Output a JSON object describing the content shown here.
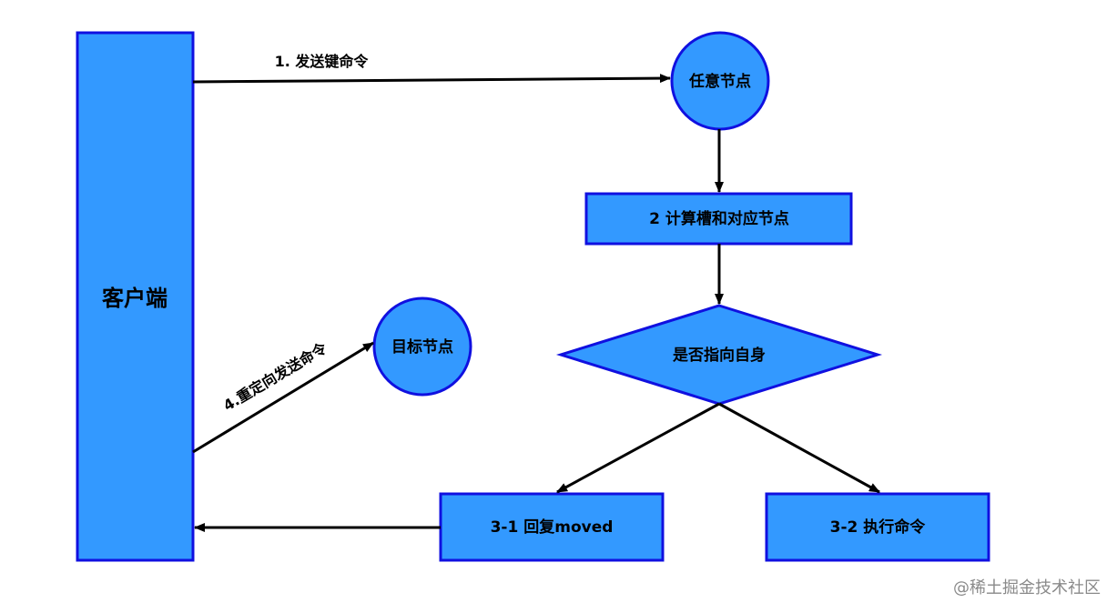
{
  "colors": {
    "node_fill": "#3399ff",
    "node_stroke": "#1010e0",
    "edge": "#000000",
    "watermark": "#8a8a8a"
  },
  "nodes": {
    "client": "客户端",
    "any_node": "任意节点",
    "compute_slot": "2 计算槽和对应节点",
    "decision": "是否指向自身",
    "reply_moved": "3-1 回复moved",
    "execute": "3-2 执行命令",
    "target_node": "目标节点"
  },
  "edges": {
    "send_key": "1. 发送键命令",
    "redirect": "4.重定向发送命令"
  },
  "watermark": "@稀土掘金技术社区"
}
